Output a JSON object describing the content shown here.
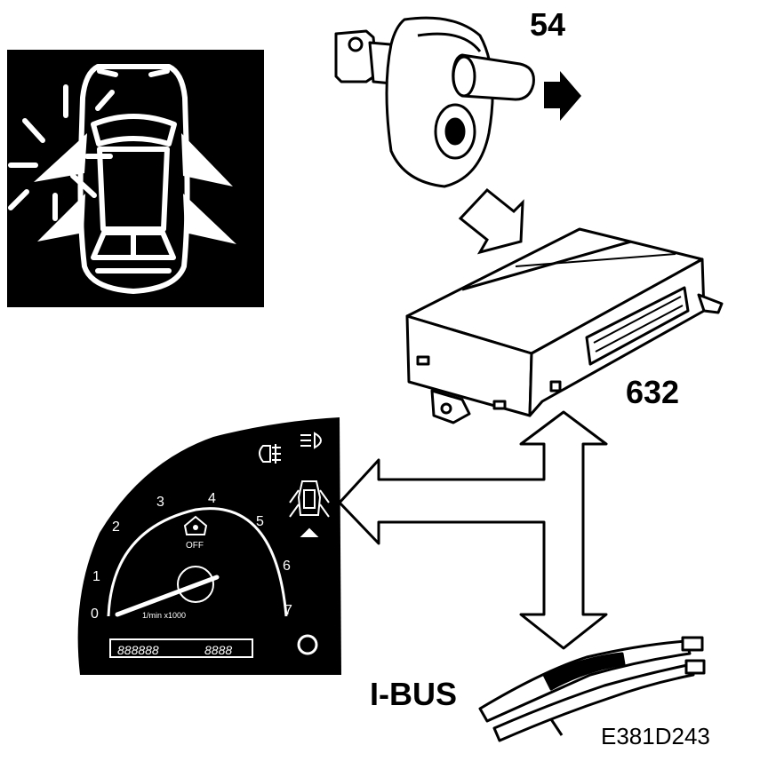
{
  "labels": {
    "door_switch": "54",
    "control_module": "632",
    "bus": "I-BUS",
    "figure_code": "E381D243"
  },
  "gauge": {
    "numbers": [
      "0",
      "1",
      "2",
      "3",
      "4",
      "5",
      "6",
      "7"
    ],
    "unit": "1/min x1000",
    "off_label": "OFF",
    "odometer": "888888",
    "trip": "8888"
  },
  "colors": {
    "ink": "#000000",
    "paper": "#ffffff"
  }
}
